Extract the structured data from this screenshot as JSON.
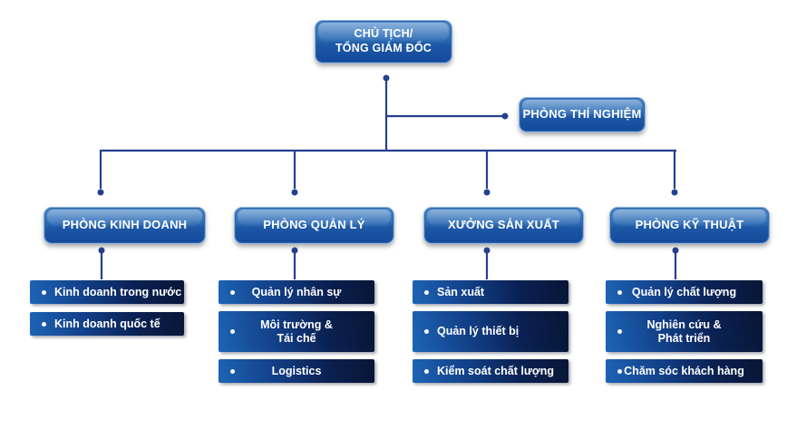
{
  "root": {
    "label": "CHỦ TỊCH/\nTỔNG GIÁM ĐỐC"
  },
  "lab": {
    "label": "PHÒNG THÍ NGHIỆM"
  },
  "departments": [
    {
      "label": "PHÒNG KINH DOANH",
      "items": [
        "Kinh doanh trong nước",
        "Kinh doanh quốc tế"
      ]
    },
    {
      "label": "PHÒNG QUẢN LÝ",
      "items": [
        "Quản lý nhân sự",
        "Môi trường &\nTái chế",
        "Logistics"
      ]
    },
    {
      "label": "XƯỞNG SẢN XUẤT",
      "items": [
        "Sản xuất",
        "Quản lý thiết bị",
        "Kiểm soát chất lượng"
      ]
    },
    {
      "label": "PHÒNG KỸ THUẬT",
      "items": [
        "Quản lý chất lượng",
        "Nghiên cứu &\nPhát triển",
        "Chăm sóc khách hàng"
      ]
    }
  ],
  "colors": {
    "line": "#24418f",
    "box_grad_top": "#4e88c8",
    "box_grad_bottom": "#15499b",
    "bar_grad_left": "#1d64b6",
    "bar_grad_right": "#081636",
    "text": "#ffffff"
  }
}
